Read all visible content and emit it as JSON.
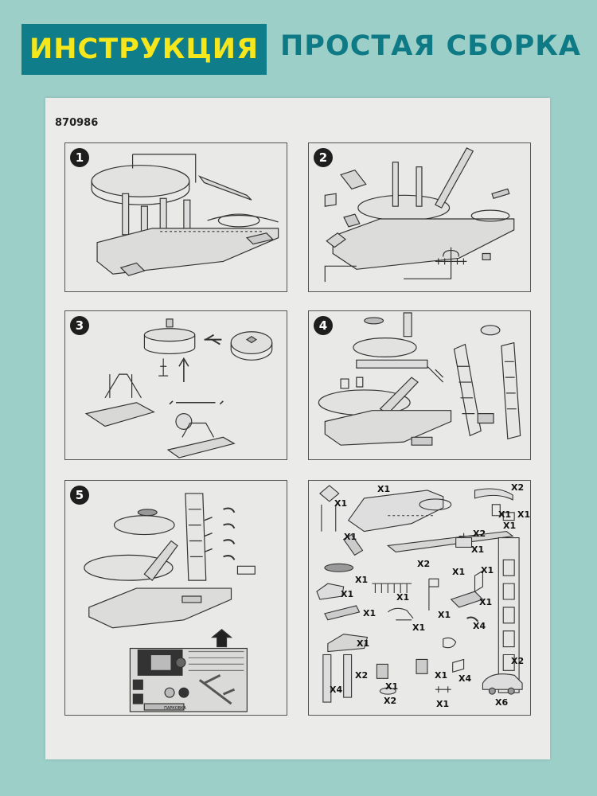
{
  "header": {
    "badge_label": "ИНСТРУКЦИЯ",
    "subtitle": "ПРОСТАЯ СБОРКА"
  },
  "sheet": {
    "product_code": "870986"
  },
  "colors": {
    "background": "#9dcfc9",
    "badge": "#0f7d8a",
    "badge_text": "#f6e61c",
    "subtitle": "#0d7a85"
  },
  "steps": [
    {
      "number": "1"
    },
    {
      "number": "2"
    },
    {
      "number": "3"
    },
    {
      "number": "4"
    },
    {
      "number": "5"
    }
  ],
  "parts": [
    {
      "qty": "X1"
    },
    {
      "qty": "X1"
    },
    {
      "qty": "X2"
    },
    {
      "qty": "X1"
    },
    {
      "qty": "X1"
    },
    {
      "qty": "X1"
    },
    {
      "qty": "X1"
    },
    {
      "qty": "X2"
    },
    {
      "qty": "X1"
    },
    {
      "qty": "X2"
    },
    {
      "qty": "X1"
    },
    {
      "qty": "X1"
    },
    {
      "qty": "X1"
    },
    {
      "qty": "X1"
    },
    {
      "qty": "X1"
    },
    {
      "qty": "X1"
    },
    {
      "qty": "X1"
    },
    {
      "qty": "X1"
    },
    {
      "qty": "X4"
    },
    {
      "qty": "X1"
    },
    {
      "qty": "X1"
    },
    {
      "qty": "X2"
    },
    {
      "qty": "X4"
    },
    {
      "qty": "X2"
    },
    {
      "qty": "X1"
    },
    {
      "qty": "X1"
    },
    {
      "qty": "X4"
    },
    {
      "qty": "X2"
    },
    {
      "qty": "X1"
    },
    {
      "qty": "X6"
    }
  ],
  "sticker_sheet": {
    "label": "ПАРКОВКА"
  }
}
